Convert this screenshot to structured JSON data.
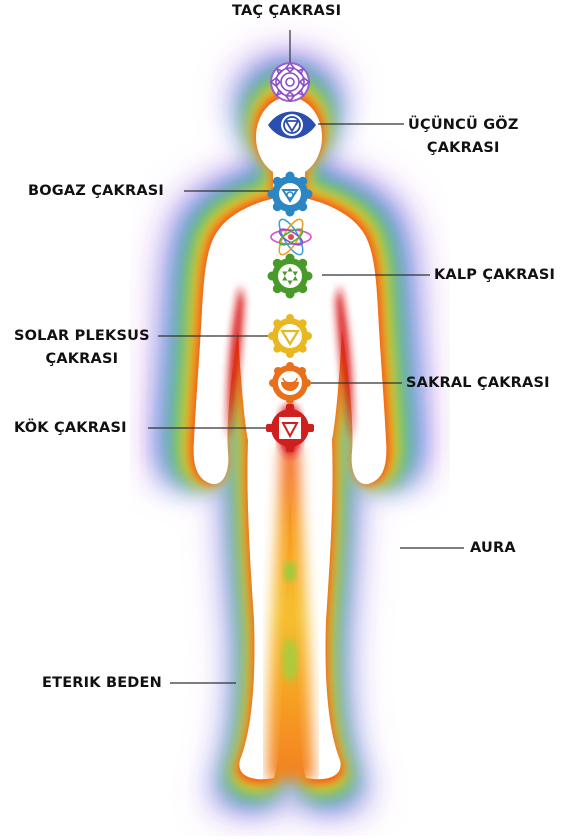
{
  "labels": {
    "crown": "TAÇ ÇAKRASI",
    "third_eye_line1": "ÜÇÜNCÜ GÖZ",
    "third_eye_line2": "ÇAKRASI",
    "throat": "BOGAZ ÇAKRASI",
    "heart": "KALP ÇAKRASI",
    "solar_line1": "SOLAR PLEKSUS",
    "solar_line2": "ÇAKRASI",
    "sacral": "SAKRAL ÇAKRASI",
    "root": "KÖK ÇAKRASI",
    "aura": "AURA",
    "etheric": "ETERIK BEDEN"
  },
  "chakra_colors": {
    "crown": "#8a4fc4",
    "third_eye": "#2a4fb0",
    "throat": "#2b86c4",
    "heart": "#4a9a2a",
    "solar_plexus": "#e9b820",
    "sacral": "#e8701c",
    "root": "#d01f1f"
  },
  "aura_colors": [
    "#b14fd8",
    "#4a6fe0",
    "#2fb8e8",
    "#3fc84a",
    "#f2e030",
    "#f7a020",
    "#f25a18",
    "#ffffff"
  ],
  "icons": [
    "crown-chakra-icon",
    "third-eye-chakra-icon",
    "throat-chakra-icon",
    "atom-symbol-icon",
    "heart-chakra-icon",
    "solar-plexus-chakra-icon",
    "sacral-chakra-icon",
    "root-chakra-icon"
  ]
}
